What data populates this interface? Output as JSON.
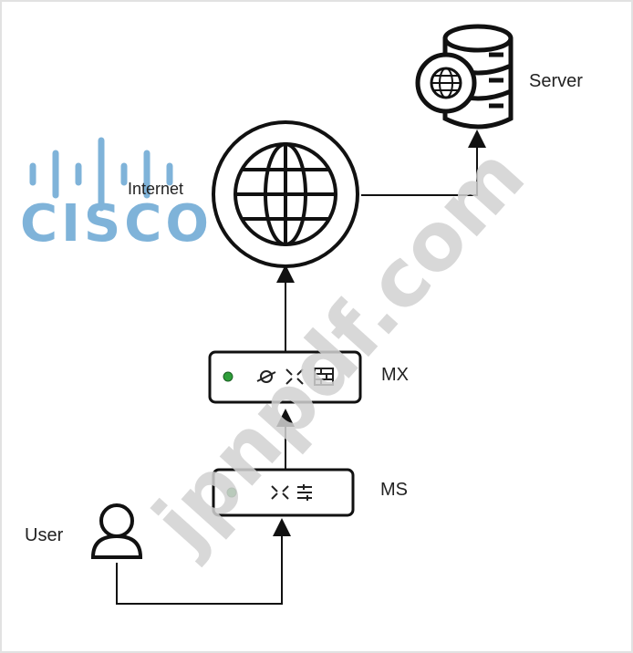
{
  "labels": {
    "internet": "Internet",
    "server": "Server",
    "mx": "MX",
    "ms": "MS",
    "user": "User"
  },
  "logo": {
    "wordmark": "CISCO",
    "color": "#7fb3d9"
  },
  "watermark": {
    "text": "jpnpdf.com",
    "color": "#d2d2d2"
  },
  "colors": {
    "line": "#111111",
    "led": "#2e9e3a"
  },
  "icons": [
    "globe-icon",
    "database-icon",
    "router-icon",
    "switch-icon",
    "firewall-icon",
    "user-icon"
  ]
}
